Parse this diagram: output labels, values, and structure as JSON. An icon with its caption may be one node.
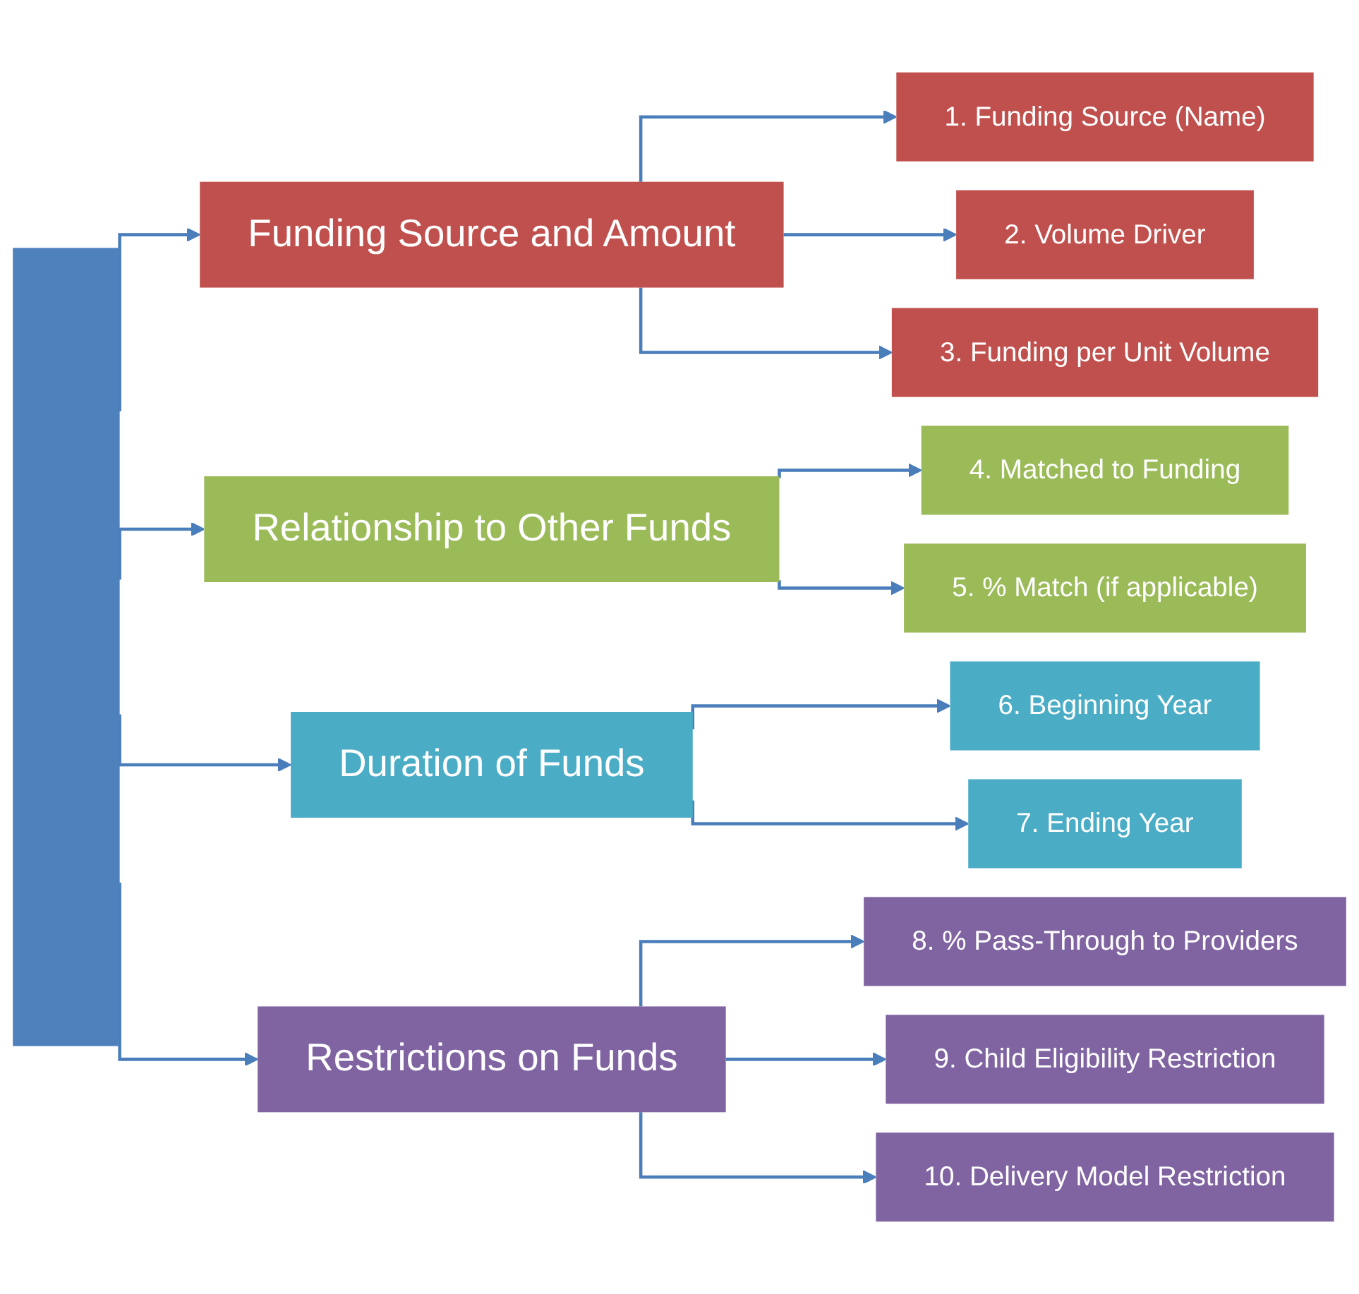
{
  "diagram": {
    "nodes": [
      {
        "text": [],
        "shape": "bar"
      },
      {
        "text": [
          "Funding Source and Amount"
        ]
      },
      {
        "text": [
          "Relationship to Other Funds"
        ]
      },
      {
        "text": [
          "Duration of Funds"
        ]
      },
      {
        "text": [
          "Restrictions on Funds"
        ]
      },
      {
        "text": [
          "1. Funding Source (Name)"
        ]
      },
      {
        "text": [
          "2. Volume Driver"
        ]
      },
      {
        "text": [
          "3. Funding per Unit Volume"
        ]
      },
      {
        "text": [
          "4. Matched to Funding"
        ]
      },
      {
        "text": [
          "5. % Match (if applicable)"
        ]
      },
      {
        "text": [
          "6. Beginning Year"
        ]
      },
      {
        "text": [
          "7. Ending Year"
        ]
      },
      {
        "text": [
          "8. % Pass-Through to Providers"
        ]
      },
      {
        "text": [
          "9. Child Eligibility Restriction"
        ]
      },
      {
        "text": [
          "10. Delivery Model Restriction"
        ]
      }
    ],
    "edges": [
      {
        "from": 0,
        "to": 1,
        "arrow": "to"
      },
      {
        "from": 0,
        "to": 2,
        "arrow": "to"
      },
      {
        "from": 0,
        "to": 3,
        "arrow": "to"
      },
      {
        "from": 0,
        "to": 4,
        "arrow": "to"
      },
      {
        "from": 1,
        "to": 5,
        "arrow": "to"
      },
      {
        "from": 1,
        "to": 6,
        "arrow": "to"
      },
      {
        "from": 1,
        "to": 7,
        "arrow": "to"
      },
      {
        "from": 2,
        "to": 8,
        "arrow": "to"
      },
      {
        "from": 2,
        "to": 9,
        "arrow": "to"
      },
      {
        "from": 3,
        "to": 10,
        "arrow": "to"
      },
      {
        "from": 3,
        "to": 11,
        "arrow": "to"
      },
      {
        "from": 4,
        "to": 12,
        "arrow": "to"
      },
      {
        "from": 4,
        "to": 13,
        "arrow": "to"
      },
      {
        "from": 4,
        "to": 14,
        "arrow": "to"
      }
    ]
  }
}
